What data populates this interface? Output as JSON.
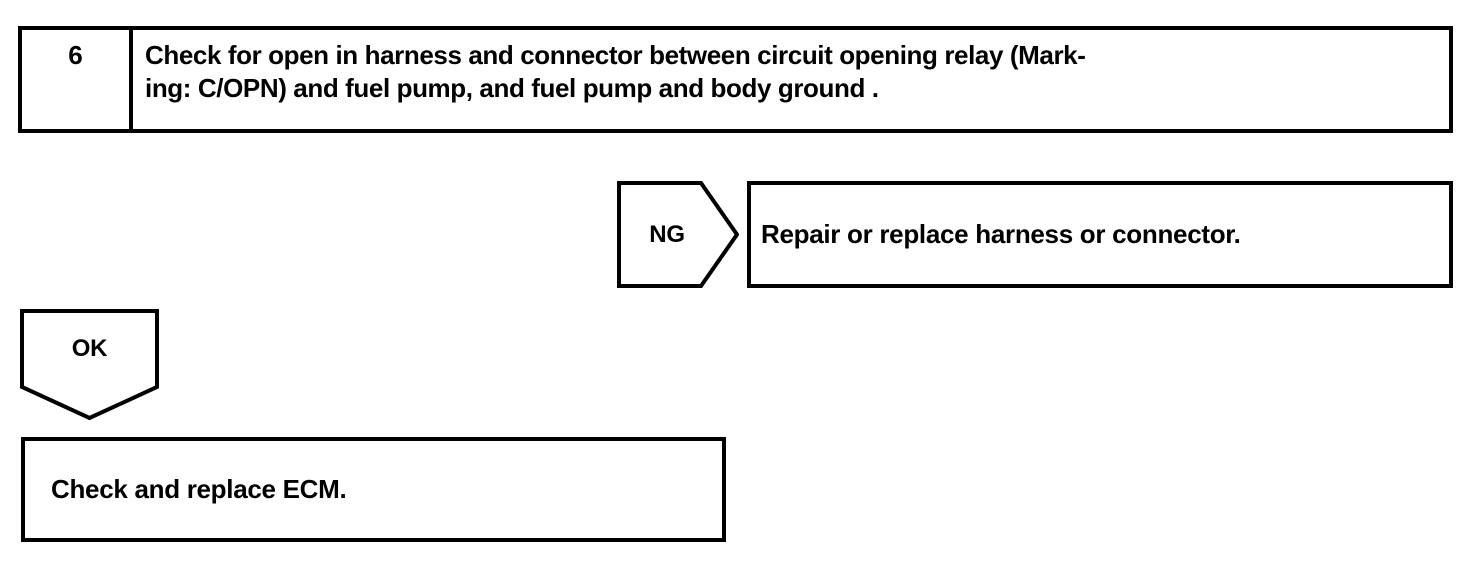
{
  "diagram": {
    "type": "troubleshooting-flowchart",
    "step": {
      "number": "6",
      "instruction": "Check for open in harness and connector between circuit opening relay (Mark-\ning: C/OPN) and fuel pump, and fuel pump and body ground ."
    },
    "branches": {
      "ng": {
        "label": "NG",
        "result": "Repair or replace harness or connector."
      },
      "ok": {
        "label": "OK",
        "result": "Check and replace ECM."
      }
    },
    "colors": {
      "ink": "#000000",
      "paper": "#ffffff"
    }
  }
}
